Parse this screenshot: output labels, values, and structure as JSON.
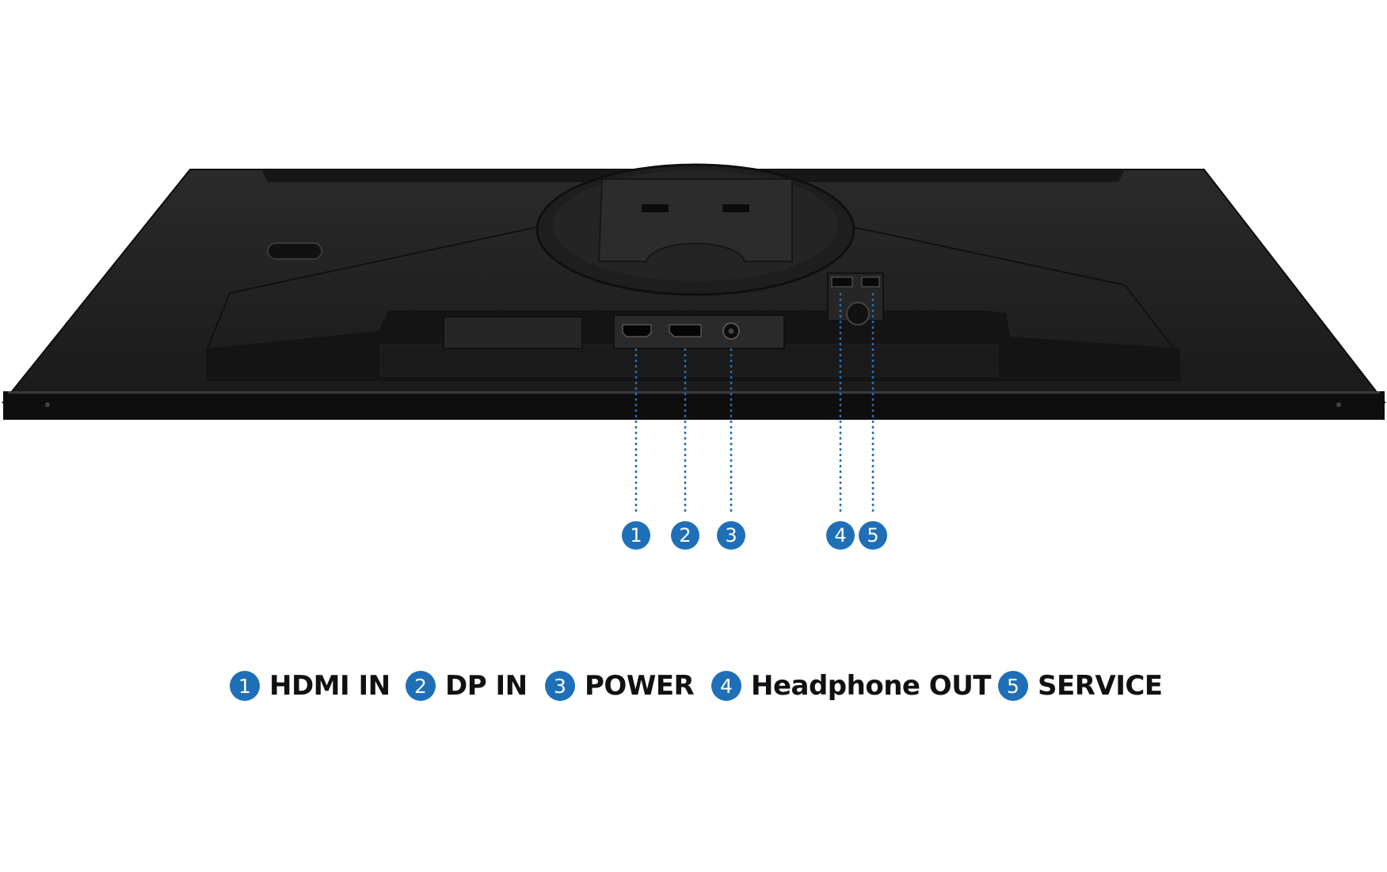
{
  "colors": {
    "accent": "#1f6fb8",
    "monitor_body": "#1f1f1f",
    "monitor_edge": "#0c0c0c",
    "background": "#ffffff"
  },
  "ports": [
    {
      "number": "1",
      "label": "HDMI IN"
    },
    {
      "number": "2",
      "label": "DP IN"
    },
    {
      "number": "3",
      "label": "POWER"
    },
    {
      "number": "4",
      "label": "Headphone OUT"
    },
    {
      "number": "5",
      "label": "SERVICE"
    }
  ]
}
